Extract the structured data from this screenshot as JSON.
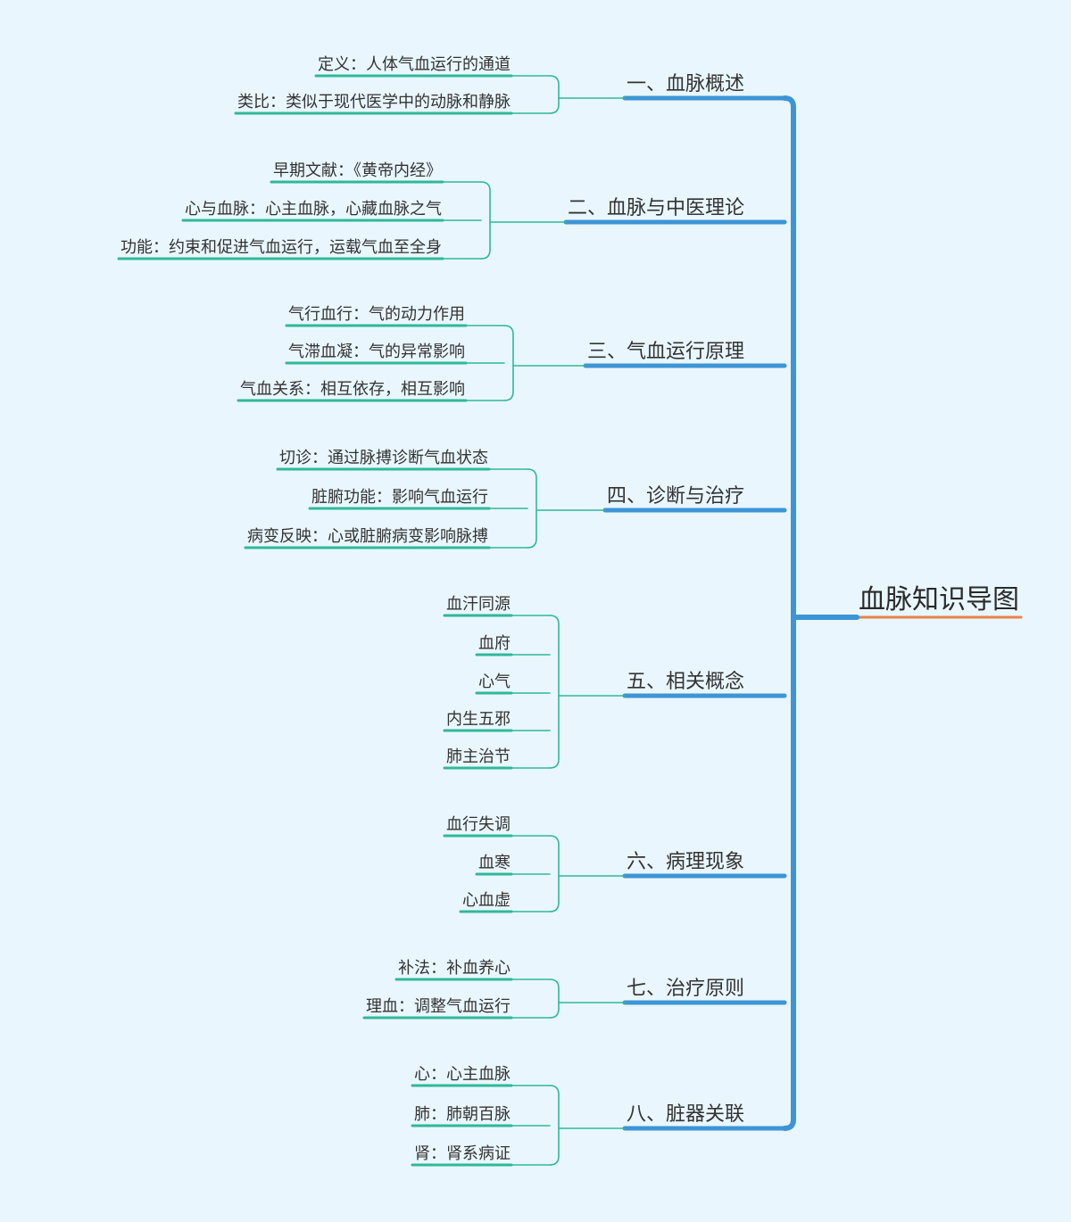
{
  "root": {
    "label": "血脉知识导图"
  },
  "branches": [
    {
      "label": "一、血脉概述",
      "children": [
        "定义：人体气血运行的通道",
        "类比：类似于现代医学中的动脉和静脉"
      ]
    },
    {
      "label": "二、血脉与中医理论",
      "children": [
        "早期文献：《黄帝内经》",
        "心与血脉：心主血脉，心藏血脉之气",
        "功能：约束和促进气血运行，运载气血至全身"
      ]
    },
    {
      "label": "三、气血运行原理",
      "children": [
        "气行血行：气的动力作用",
        "气滞血凝：气的异常影响",
        "气血关系：相互依存，相互影响"
      ]
    },
    {
      "label": "四、诊断与治疗",
      "children": [
        "切诊：通过脉搏诊断气血状态",
        "脏腑功能：影响气血运行",
        "病变反映：心或脏腑病变影响脉搏"
      ]
    },
    {
      "label": "五、相关概念",
      "children": [
        "血汗同源",
        "血府",
        "心气",
        "内生五邪",
        "肺主治节"
      ]
    },
    {
      "label": "六、病理现象",
      "children": [
        "血行失调",
        "血寒",
        "心血虚"
      ]
    },
    {
      "label": "七、治疗原则",
      "children": [
        "补法：补血养心",
        "理血：调整气血运行"
      ]
    },
    {
      "label": "八、脏器关联",
      "children": [
        "心：心主血脉",
        "肺：肺朝百脉",
        "肾：肾系病证"
      ]
    }
  ],
  "colors": {
    "background": "#e9f6fd",
    "root_underline": "#e8834a",
    "trunk": "#3d95d6",
    "leaf_line": "#2fb89a",
    "text": "#333333"
  }
}
